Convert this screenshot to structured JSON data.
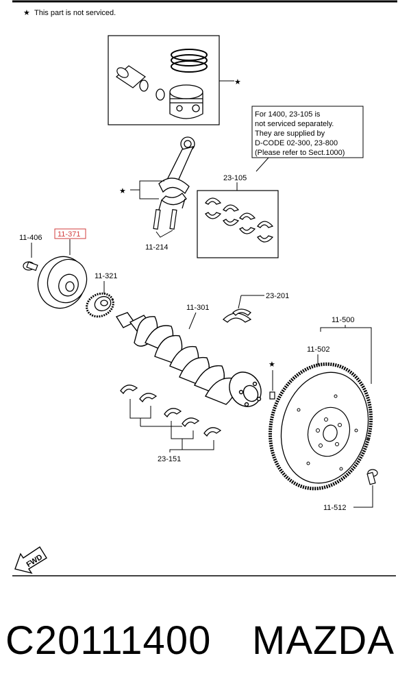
{
  "header": {
    "star": "★",
    "note": "This part is not serviced."
  },
  "labels": {
    "p_11_406": "11-406",
    "p_11_371": "11-371",
    "p_11_321": "11-321",
    "p_11_214": "11-214",
    "p_23_105": "23-105",
    "p_11_301": "11-301",
    "p_23_201": "23-201",
    "p_11_500": "11-500",
    "p_11_502": "11-502",
    "p_23_151": "23-151",
    "p_11_512": "11-512",
    "fwd": "FWD"
  },
  "callout": [
    "For 1400, 23-105 is",
    "not serviced separately.",
    "They are supplied by",
    "D-CODE 02-300, 23-800",
    "(Please refer to Sect.1000)"
  ],
  "markers": {
    "star": "★"
  },
  "caption": {
    "code": "C20111400",
    "brand": "MAZDA"
  },
  "colors": {
    "highlight": "#d23b3b",
    "line": "#000000",
    "background": "#ffffff"
  }
}
